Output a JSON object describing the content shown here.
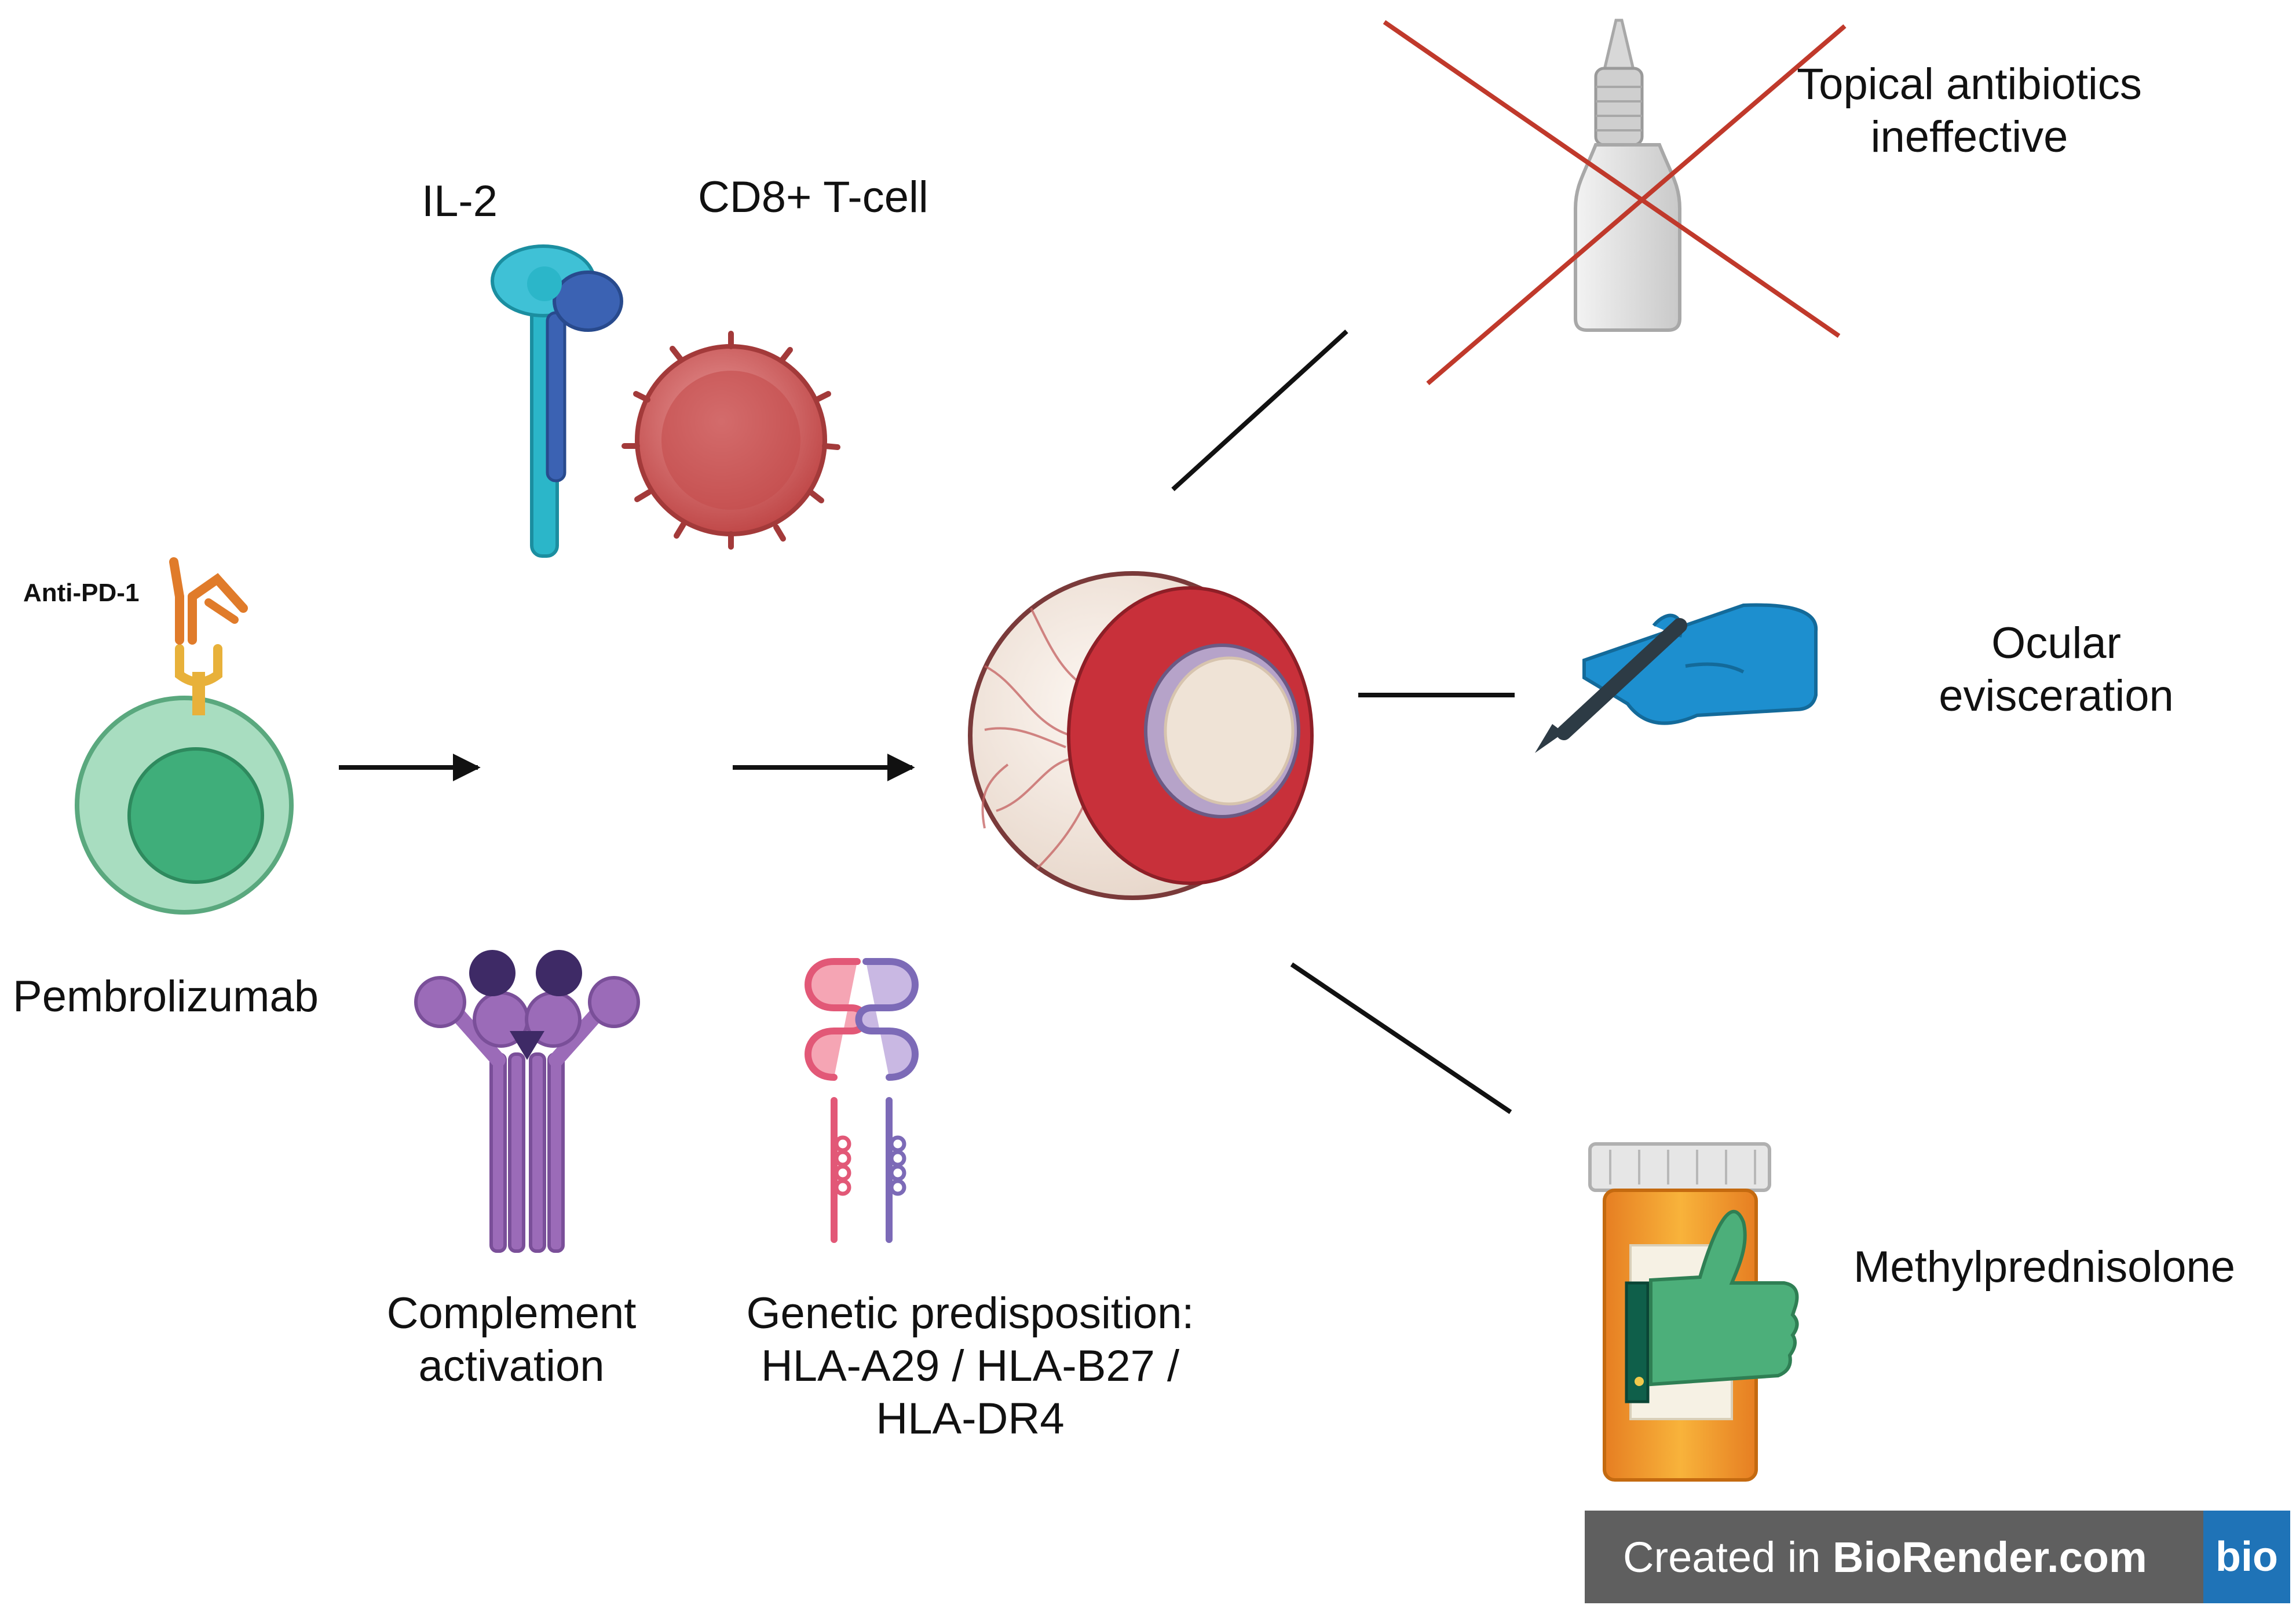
{
  "labels": {
    "il2": "IL-2",
    "cd8": "CD8+ T-cell",
    "anti_pd1": "Anti-PD-1",
    "pembrolizumab": "Pembrolizumab",
    "complement_line1": "Complement",
    "complement_line2": "activation",
    "genetic_line1": "Genetic predisposition:",
    "genetic_line2": "HLA-A29 / HLA-B27 /",
    "genetic_line3": "HLA-DR4",
    "topical_line1": "Topical antibiotics",
    "topical_line2": "ineffective",
    "ocular_line1": "Ocular",
    "ocular_line2": "evisceration",
    "methyl": "Methylprednisolone"
  },
  "badge": {
    "prefix": "Created in ",
    "brand": "BioRender.com",
    "logo": "bio"
  },
  "icons": {
    "cell": "pembrolizumab-cell-icon",
    "antibody": "anti-pd1-antibody-icon",
    "il2": "il2-receptor-icon",
    "tcell": "cd8-t-cell-icon",
    "complement": "complement-icon",
    "hla": "hla-molecule-icon",
    "eye": "inflamed-eye-icon",
    "bottle": "eye-drop-bottle-icon",
    "scalpel": "scalpel-hand-icon",
    "pills": "pill-bottle-thumbs-up-icon"
  },
  "colors": {
    "green_cell": "#7fcca6",
    "red_eye": "#c8303a",
    "blue_hand": "#1d8fcf",
    "cross": "#c0392b",
    "pill_orange": "#f39c12",
    "thumb_green": "#4caf7a"
  }
}
